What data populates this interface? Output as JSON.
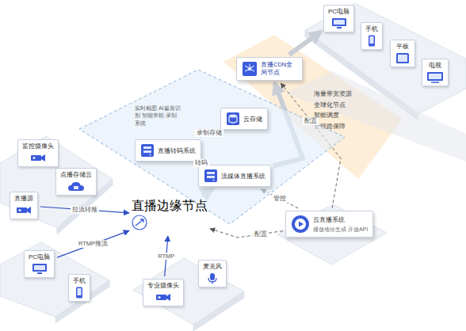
{
  "diagram": {
    "nodes": [
      {
        "text": [
          "PC电脑"
        ]
      },
      {
        "text": [
          "手机"
        ]
      },
      {
        "text": [
          "平板"
        ]
      },
      {
        "text": [
          "电视"
        ]
      },
      {
        "text": [
          "直播CDN全局节点"
        ]
      },
      {
        "text": [
          "海量带宽资源",
          "全球化节点",
          "智能调度",
          "全链路保障"
        ]
      },
      {
        "text": [
          "实时截图 AI鉴黄识别 智能审核 录制系统"
        ]
      },
      {
        "text": [
          "直播转码系统"
        ],
        "in": 6
      },
      {
        "text": [
          "云存储"
        ],
        "in": 6
      },
      {
        "text": [
          "流媒体直播系统"
        ],
        "in": 6
      },
      {
        "text": [
          "监控摄像头"
        ]
      },
      {
        "text": [
          "点播存储云"
        ]
      },
      {
        "text": [
          "直播源"
        ]
      },
      {
        "text": [
          "直播边缘节点"
        ]
      },
      {
        "text": [
          "云直播系统",
          "播放地址生成 开放API"
        ]
      },
      {
        "text": [
          "PC电脑"
        ]
      },
      {
        "text": [
          "手机"
        ]
      },
      {
        "text": [
          "麦克风"
        ]
      },
      {
        "text": [
          "专业摄像头"
        ]
      }
    ],
    "edges": [
      {
        "from": 4,
        "to": 0,
        "arrow": "to"
      },
      {
        "from": 9,
        "to": 4,
        "arrow": "to"
      },
      {
        "from": 9,
        "to": 7,
        "label": "转码",
        "arrow": "to"
      },
      {
        "from": 7,
        "to": 8,
        "label": "录制存储",
        "arrow": "to"
      },
      {
        "from": 13,
        "to": 9,
        "arrow": "to"
      },
      {
        "from": 12,
        "to": 13,
        "label": "拉流转推",
        "arrow": "to"
      },
      {
        "from": 15,
        "to": 13,
        "label": "RTMP推流",
        "arrow": "to"
      },
      {
        "from": 18,
        "to": 13,
        "label": "RTMP",
        "arrow": "to"
      },
      {
        "from": 14,
        "to": 4,
        "label": "配置",
        "arrow": "to"
      },
      {
        "from": 14,
        "to": 9,
        "label": "管控",
        "arrow": "to"
      },
      {
        "from": 14,
        "to": 13,
        "label": "配置",
        "arrow": "to"
      }
    ]
  }
}
